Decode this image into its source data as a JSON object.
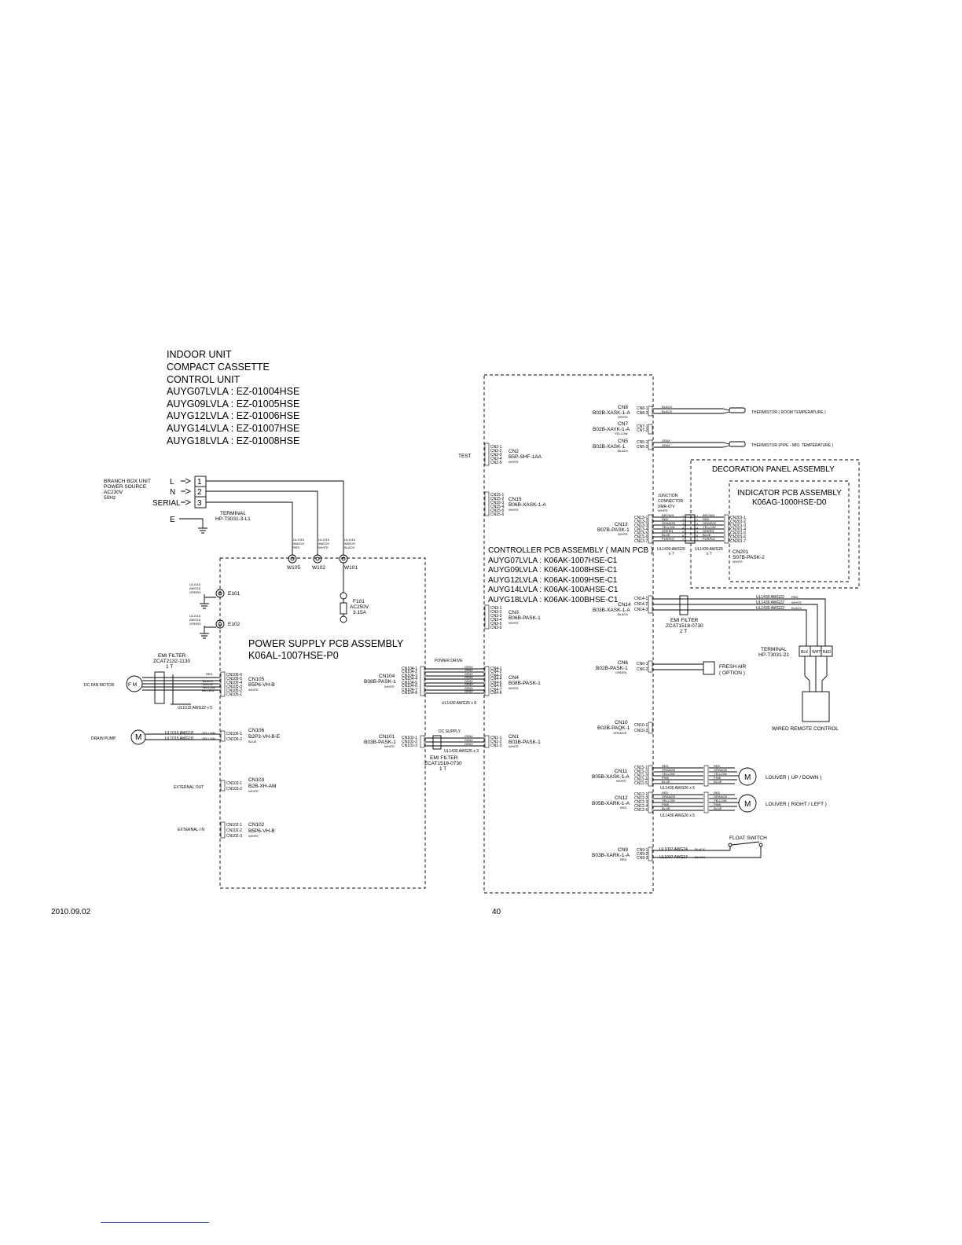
{
  "title_block": {
    "lines": [
      "INDOOR UNIT",
      "COMPACT CASSETTE",
      "CONTROL UNIT",
      "AUYG07LVLA : EZ-01004HSE",
      "AUYG09LVLA : EZ-01005HSE",
      "AUYG12LVLA : EZ-01006HSE",
      "AUYG14LVLA : EZ-01007HSE",
      "AUYG18LVLA : EZ-01008HSE"
    ]
  },
  "power_source": {
    "lines": [
      "BRANCH BOX UNIT",
      "POWER SOURCE",
      "AC230V",
      "50Hz"
    ],
    "terminals": [
      {
        "label": "L",
        "num": "1"
      },
      {
        "label": "N",
        "num": "2"
      },
      {
        "label": "SERIAL",
        "num": "3"
      }
    ],
    "earth": "E",
    "terminal_name": "TERMINAL",
    "terminal_part": "HP-T3031-3-L1"
  },
  "wires_top": [
    {
      "lines": [
        "UL1015",
        "AWG20",
        "RED"
      ],
      "id": "W105"
    },
    {
      "lines": [
        "UL1015",
        "AWG20",
        "WHITE"
      ],
      "id": "W102"
    },
    {
      "lines": [
        "UL1015",
        "AWG20",
        "BLACK"
      ],
      "id": "W101"
    }
  ],
  "earths": [
    {
      "lines": [
        "UL1015",
        "AWG16",
        "GREEN"
      ],
      "id": "E101"
    },
    {
      "lines": [
        "UL1015",
        "AWG16",
        "GREEN"
      ],
      "id": "E102"
    }
  ],
  "fuse": {
    "lines": [
      "F101",
      "AC250V",
      "3.15A"
    ]
  },
  "power_pcb": {
    "title": "POWER SUPPLY PCB ASSEMBLY",
    "part": "K06AL-1007HSE-P0"
  },
  "fan": {
    "label": "DC FAN MOTOR",
    "symbol": "F M",
    "filter": [
      "EMI FILTER",
      "ZCAT2132-1130",
      "1 T"
    ],
    "wire_colors": [
      "RED",
      "BLACK",
      "WHITE",
      "YELLOW",
      "BROWN"
    ],
    "pins": [
      "CN105-6",
      "CN105-5",
      "CN105-4",
      "CN105-3",
      "CN105-2",
      "CN105-1"
    ],
    "connector": "CN105",
    "part": "B5P6-VH-B",
    "color": "WHITE",
    "cable": "UL1015  AWG22 x 5"
  },
  "drain": {
    "label": "DRAIN PUMP",
    "symbol": "M",
    "wires": [
      "UL1015  AWG18",
      "UL1015  AWG18"
    ],
    "wire_color": "YELLOW",
    "pins": [
      "CN106-1",
      "CN106-2"
    ],
    "connector": "CN106",
    "part": "B2P3-VH-B-E",
    "color": "BLUE"
  },
  "ext_out": {
    "label": "EXTERNAL  OUT",
    "pins": [
      "CN103-1",
      "CN103-2"
    ],
    "connector": "CN103",
    "part": "B2B-XH-AM",
    "color": "WHITE"
  },
  "ext_in": {
    "label": "EXTERNAL  I N",
    "pins": [
      "CN102-1",
      "CN102-2",
      "CN102-3"
    ],
    "connector": "CN102",
    "part": "B5P6-VH-B",
    "color": "WHITE"
  },
  "power_drive": {
    "title": "POWER DRIVE",
    "left_connector": "CN104",
    "left_part": "B08B-PASK-1",
    "left_color": "WHITE",
    "left_pins": [
      "CN104-1",
      "CN104-2",
      "CN104-3",
      "CN104-4",
      "CN104-5",
      "CN104-6",
      "CN104-7",
      "CN104-8"
    ],
    "right_pins": [
      "CN4-1",
      "CN4-2",
      "CN4-3",
      "CN4-4",
      "CN4-5",
      "CN4-6",
      "CN4-7",
      "CN4-8"
    ],
    "right_connector": "CN4",
    "right_part": "B08B-PASK-1",
    "right_color": "WHITE",
    "wire_color": "GRAY",
    "cable": "UL1430  AWG26 x 8"
  },
  "dc_supply": {
    "title": "DC SUPPLY",
    "left_connector": "CN101",
    "left_part": "B03B-PASK-1",
    "left_color": "WHITE",
    "left_pins": [
      "CN101-1",
      "CN101-2",
      "CN101-3"
    ],
    "right_pins": [
      "CN1-1",
      "CN1-2",
      "CN1-3"
    ],
    "right_connector": "CN1",
    "right_part": "B03B-PASK-1",
    "right_color": "WHITE",
    "wire_color": "GRAY",
    "cable": "UL1430  AWG26 x 3",
    "filter": [
      "EMI FILTER",
      "ZCAT1518-0730",
      "1 T"
    ]
  },
  "test": {
    "label": "TEST",
    "pins": [
      "CN2-1",
      "CN2-2",
      "CN2-3",
      "CN2-4",
      "CN2-5"
    ],
    "connector": "CN2",
    "part": "B5P-SHF-1AA",
    "color": "WHITE"
  },
  "cn15": {
    "pins": [
      "CN15-1",
      "CN15-2",
      "CN15-3",
      "CN15-4",
      "CN15-5",
      "CN15-6"
    ],
    "connector": "CN15",
    "part": "B06B-XASK-1-A",
    "color": "WHITE"
  },
  "cn3": {
    "pins": [
      "CN3-1",
      "CN3-2",
      "CN3-3",
      "CN3-4",
      "CN3-5",
      "CN3-6"
    ],
    "connector": "CN3",
    "part": "B06B-PASK-1",
    "color": "WHITE"
  },
  "controller_pcb": {
    "lines": [
      "CONTROLLER PCB ASSEMBLY ( MAIN PCB )",
      "AUYG07LVLA : K06AK-1007HSE-C1",
      "AUYG09LVLA : K06AK-1008HSE-C1",
      "AUYG12LVLA : K06AK-1009HSE-C1",
      "AUYG14LVLA : K06AK-100AHSE-C1",
      "AUYG18LVLA : K06AK-100BHSE-C1"
    ]
  },
  "cn8": {
    "connector": "CN8",
    "part": "B02B-XASK-1-A",
    "color": "WHITE",
    "pins": [
      "CN8-1",
      "CN8-2"
    ],
    "wire_color": "BLACK",
    "device": "THERMISTOR ( ROOM TEMPERATURE )"
  },
  "cn7": {
    "connector": "CN7",
    "part": "B02B-XAYK-1-A",
    "color": "YELLOW",
    "pins": [
      "CN7-1",
      "CN7-2"
    ]
  },
  "cn5": {
    "connector": "CN5",
    "part": "B02B-XASK-1",
    "color": "BLACK",
    "pins": [
      "CN5-1",
      "CN5-2"
    ],
    "wire_color": "GRAY",
    "device": "THERMISTOR (PIPE - MID. TEMPERATURE )"
  },
  "decoration_panel": {
    "title": "DECORATION PANEL ASSEMBLY"
  },
  "indicator_pcb": {
    "title": "INDICATOR PCB ASSEMBLY",
    "part": "K06AG-1000HSE-D0"
  },
  "junction": {
    "lines": [
      "JUNCTION",
      "CONNECTOR",
      "XMR-07V",
      "WHITE"
    ]
  },
  "cn13": {
    "connector": "CN13",
    "part": "B07B-PASK-1",
    "color": "WHITE",
    "pins": [
      "CN13-1",
      "CN13-2",
      "CN13-3",
      "CN13-4",
      "CN13-5",
      "CN13-6",
      "CN13-7"
    ],
    "colors": [
      "BROWN",
      "RED",
      "ORANGE",
      "YELLOW",
      "GREEN",
      "BLUE",
      "PURPLE"
    ],
    "nums": [
      "1",
      "2",
      "3",
      "4",
      "5",
      "6",
      "7"
    ],
    "cable_left": [
      "UL1430  AWG26",
      "x 7"
    ],
    "cable_right": [
      "UL1430  AWG26",
      "x 7"
    ],
    "cn201_pins": [
      "CN201-1",
      "CN201-2",
      "CN201-3",
      "CN201-4",
      "CN201-5",
      "CN201-6",
      "CN201-7"
    ],
    "cn201": "CN201",
    "cn201_part": "S07B-PASK-2",
    "cn201_color": "WHITE"
  },
  "cn14": {
    "connector": "CN14",
    "part": "B03B-XASK-1-A",
    "color": "BLACK",
    "pins": [
      "CN14-1",
      "CN14-2",
      "CN14-3"
    ],
    "wires": [
      {
        "cable": "UL1430  AWG22",
        "color": "RED"
      },
      {
        "cable": "UL1430  AWG22",
        "color": "WHITE"
      },
      {
        "cable": "UL1430  AWG22",
        "color": "BLACK"
      }
    ],
    "filter": [
      "EMI FILTER",
      "ZCAT1518-0730",
      "2 T"
    ],
    "terminal": [
      "TERMINAL",
      "HP-T3031-21"
    ],
    "terminal_cells": [
      "BLK",
      "WHT",
      "RED"
    ],
    "device": "WIRED REMOTE CONTROL"
  },
  "cn6": {
    "connector": "CN6",
    "part": "B02B-PASK-1",
    "color": "GREEN",
    "pins": [
      "CN6-1",
      "CN6-2"
    ],
    "device": [
      "FRESH AIR",
      "( OPTION )"
    ]
  },
  "cn10": {
    "connector": "CN10",
    "part": "B02B-PAQK-1",
    "color": "ORANGE",
    "pins": [
      "CN10-1",
      "CN10-2"
    ]
  },
  "cn11": {
    "connector": "CN11",
    "part": "B05B-XASK-1-A",
    "color": "WHITE",
    "pins": [
      "CN11-1",
      "CN11-2",
      "CN11-3",
      "CN11-4",
      "CN11-5"
    ],
    "left_colors": [
      "RED",
      "ORANGE",
      "YELLOW",
      "PINK",
      "BLUE"
    ],
    "right_colors": [
      "RED",
      "ORANGE",
      "YELLOW",
      "PINK",
      "BLUE"
    ],
    "cable": "UL1430  AWG26 x 5",
    "motor": "M",
    "device": "LOUVER ( UP / DOWN )"
  },
  "cn12": {
    "connector": "CN12",
    "part": "B05B-XARK-1-A",
    "color": "RED",
    "pins": [
      "CN12-1",
      "CN12-2",
      "CN12-3",
      "CN12-4",
      "CN12-5"
    ],
    "left_colors": [
      "RED",
      "ORANGE",
      "YELLOW",
      "PINK",
      "BLUE"
    ],
    "right_colors": [
      "RED",
      "ORANGE",
      "YELLOW",
      "PINK",
      "BLUE"
    ],
    "cable": "UL1430  AWG26 x 5",
    "motor": "M",
    "device": "LOUVER ( RIGHT / LEFT )"
  },
  "cn9": {
    "connector": "CN9",
    "part": "B03B-XARK-1-A",
    "color": "RED",
    "pins": [
      "CN9-1",
      "CN9-2",
      "CN9-3"
    ],
    "wires": [
      "UL1007  AWG24",
      "UL1007  AWG24"
    ],
    "wire_color": "BLACK",
    "device": "FLOAT SWITCH"
  },
  "footer": {
    "date": "2010.09.02",
    "page": "40"
  }
}
